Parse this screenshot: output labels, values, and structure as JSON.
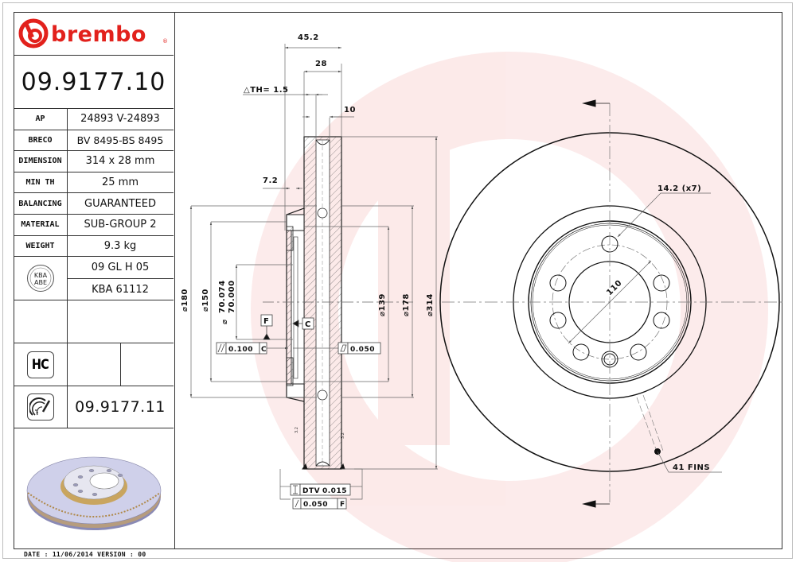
{
  "brand": {
    "name": "brembo",
    "registered_mark": "®",
    "color": "#e2211c"
  },
  "part_number": "09.9177.10",
  "properties": [
    {
      "label": "AP",
      "value": "24893 V-24893"
    },
    {
      "label": "BRECO",
      "value": "BV 8495-BS 8495"
    },
    {
      "label": "DIMENSION",
      "value": "314 x 28 mm"
    },
    {
      "label": "MIN TH",
      "value": "25 mm"
    },
    {
      "label": "BALANCING",
      "value": "GUARANTEED"
    },
    {
      "label": "MATERIAL",
      "value": "SUB-GROUP 2"
    },
    {
      "label": "WEIGHT",
      "value": "9.3 kg"
    }
  ],
  "kba": {
    "badge_top": "KBA",
    "badge_bottom": "ABE",
    "codes": [
      "09 GL H 05",
      "KBA 61112"
    ]
  },
  "hc_badge": "HC",
  "alternate_part_number": "09.9177.11",
  "footer": {
    "date_label": "DATE : 11/06/2014 VERSION : 00"
  },
  "section_view": {
    "dims_top": {
      "overall_width": "45.2",
      "thickness": "28",
      "delta_th": "△TH= 1.5",
      "fin_gap": "10",
      "hat_offset": "7.2"
    },
    "diameters": {
      "d180": "⌀180",
      "d150": "⌀150",
      "bore_max": "70.074",
      "bore_min": "70.000",
      "bore_symbol": "⌀",
      "d139": "⌀139",
      "d178": "⌀178",
      "d314": "⌀314"
    },
    "datums": {
      "F": "F",
      "C": "C"
    },
    "tolerances": {
      "parallelism": {
        "value": "0.100",
        "datum": "C"
      },
      "flatness": {
        "value": "0.050"
      },
      "dtv": {
        "label": "DTV",
        "value": "0.015"
      },
      "runout": {
        "value": "0.050",
        "datum": "F"
      }
    },
    "surface_marks": [
      "3.2",
      "3.2"
    ]
  },
  "front_view": {
    "bolt_hole_note": "14.2 (x7)",
    "pcd": "110",
    "fins_note": "41 FINS"
  }
}
